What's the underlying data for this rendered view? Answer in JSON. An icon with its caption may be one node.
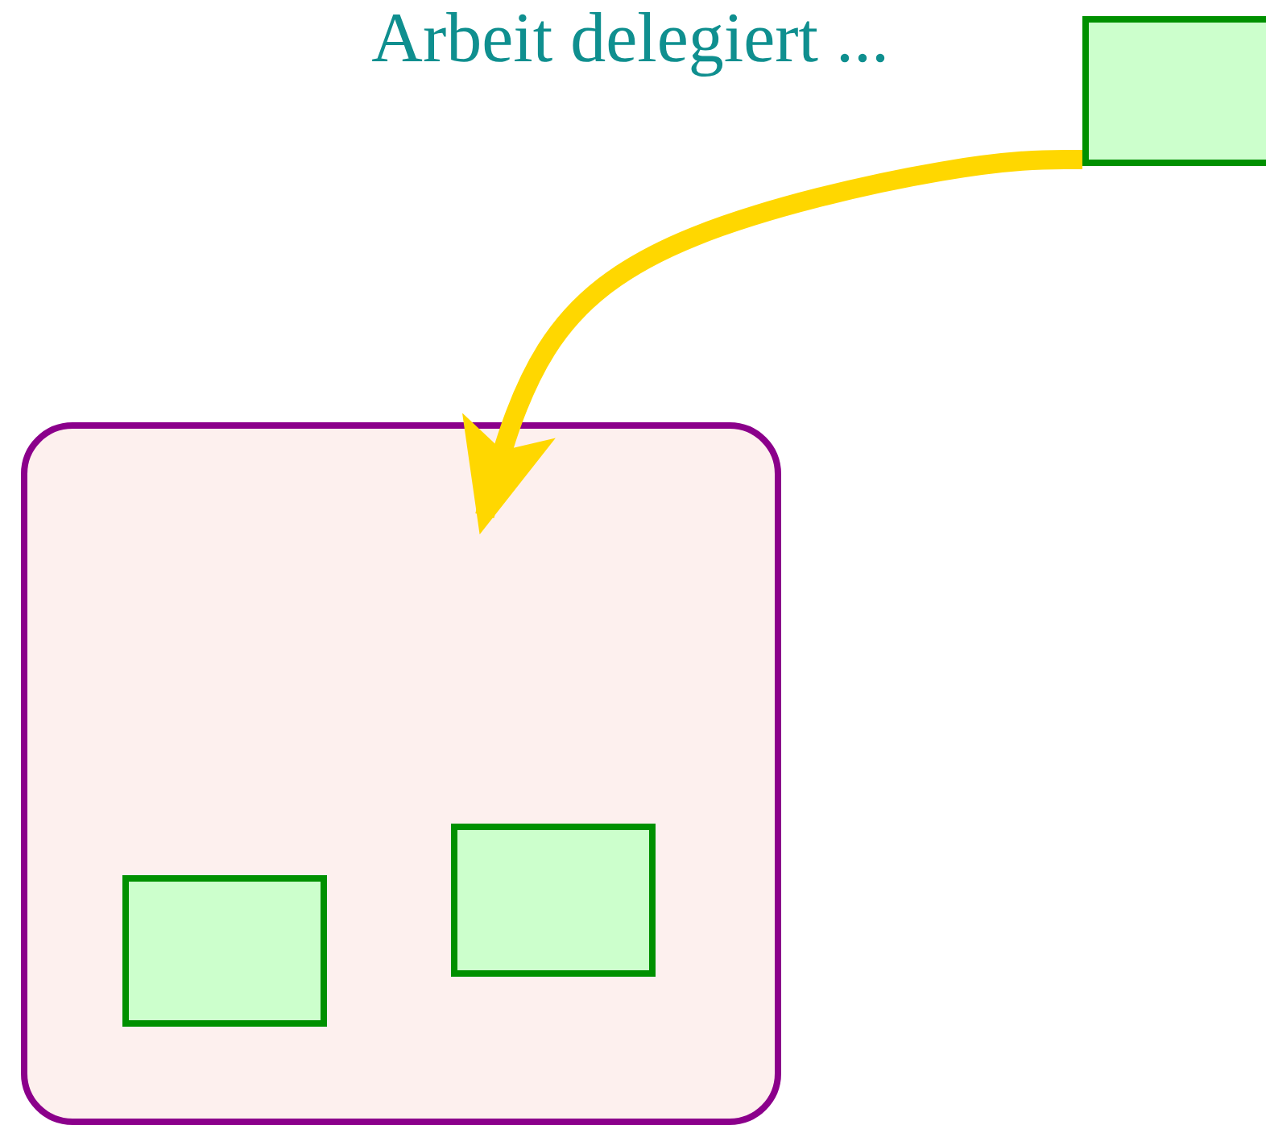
{
  "diagram": {
    "nodes": [
      {
        "text": [],
        "shape": "box"
      },
      {
        "text": [],
        "shape": "box"
      },
      {
        "text": [],
        "shape": "box",
        "in": 1
      },
      {
        "text": [],
        "shape": "box",
        "in": 1
      }
    ],
    "edges": [
      {
        "from": 0,
        "to": 1,
        "arrow": "to"
      }
    ],
    "labels": [
      "Arbeit delegiert ..."
    ]
  }
}
